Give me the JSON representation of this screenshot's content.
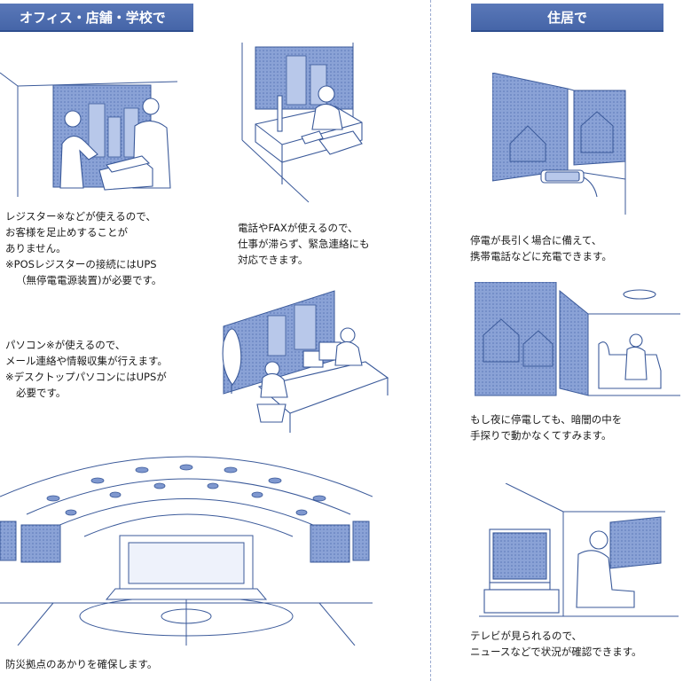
{
  "sections": {
    "left_title": "オフィス・店舗・学校で",
    "right_title": "住居で"
  },
  "captions": {
    "register": {
      "line1": "レジスター※などが使えるので、",
      "line2": "お客様を足止めすることが",
      "line3": "ありません。",
      "note1": "※POSレジスターの接続にはUPS",
      "note2": "（無停電電源装置)が必要です。"
    },
    "phone_fax": {
      "line1": "電話やFAXが使えるので、",
      "line2": "仕事が滞らず、緊急連絡にも",
      "line3": "対応できます。"
    },
    "pc": {
      "line1": "パソコン※が使えるので、",
      "line2": "メール連絡や情報収集が行えます。",
      "note1": "※デスクトップパソコンにはUPSが",
      "note2": "必要です。"
    },
    "gym": {
      "line1": "防災拠点のあかりを確保します。"
    },
    "charge": {
      "line1": "停電が長引く場合に備えて、",
      "line2": "携帯電話などに充電できます。"
    },
    "light": {
      "line1": "もし夜に停電しても、暗闇の中を",
      "line2": "手探りで動かなくてすみます。"
    },
    "tv": {
      "line1": "テレビが見られるので、",
      "line2": "ニュースなどで状況が確認できます。"
    }
  },
  "colors": {
    "accent": "#4565a8",
    "line": "#3b5a9a",
    "fill": "#7f98cf"
  }
}
